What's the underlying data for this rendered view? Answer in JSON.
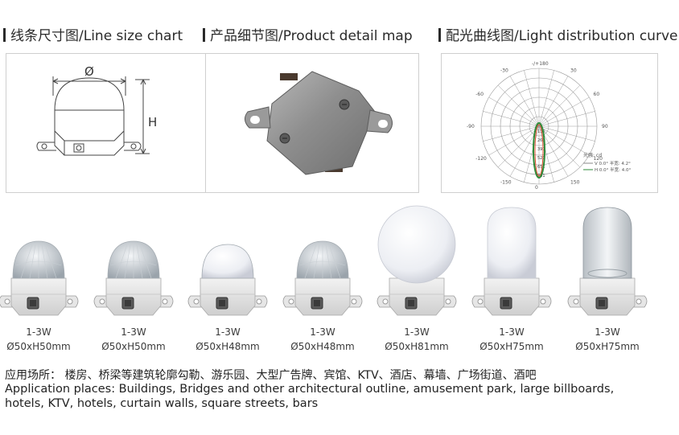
{
  "headings": {
    "line_size": "线条尺寸图/Line size chart",
    "product_detail": "产品细节图/Product detail map",
    "light_curve": "配光曲线图/Light distribution curve"
  },
  "size_chart": {
    "diameter_symbol": "Ø",
    "height_symbol": "H"
  },
  "curve": {
    "top_label": "-/+180",
    "left_labels": [
      "-150",
      "-120",
      "-90",
      "-60",
      "-30"
    ],
    "right_labels": [
      "150",
      "120",
      "90",
      "60",
      "30"
    ],
    "bottom_label": "0",
    "center_values": [
      "130",
      "260",
      "390",
      "521",
      "651",
      "781"
    ],
    "unit_label": "光强: cd",
    "legend": [
      "V 0.0° 半宽: 4.2°",
      "H 0.0° 半宽: 4.0°"
    ],
    "colors": {
      "v_series": "#2e8b3a",
      "h_series": "#d94b2b",
      "grid": "#9a9a9a"
    }
  },
  "lamps": [
    {
      "wattage": "1-3W",
      "dimension": "Ø50xH50mm",
      "cover": "crystal-faceted"
    },
    {
      "wattage": "1-3W",
      "dimension": "Ø50xH50mm",
      "cover": "frosted-faceted"
    },
    {
      "wattage": "1-3W",
      "dimension": "Ø50xH48mm",
      "cover": "milky-dome"
    },
    {
      "wattage": "1-3W",
      "dimension": "Ø50xH48mm",
      "cover": "crystal-faceted"
    },
    {
      "wattage": "1-3W",
      "dimension": "Ø50xH81mm",
      "cover": "milky-globe"
    },
    {
      "wattage": "1-3W",
      "dimension": "Ø50xH75mm",
      "cover": "milky-tube"
    },
    {
      "wattage": "1-3W",
      "dimension": "Ø50xH75mm",
      "cover": "clear-tube"
    }
  ],
  "applications": {
    "cn": "应用场所： 楼房、桥梁等建筑轮廓勾勒、游乐园、大型广告牌、宾馆、KTV、酒店、幕墙、广场街道、酒吧",
    "en_line1": "Application places: Buildings, Bridges and other architectural outline, amusement park, large billboards,",
    "en_line2": "hotels, KTV, hotels, curtain walls, square streets, bars"
  }
}
